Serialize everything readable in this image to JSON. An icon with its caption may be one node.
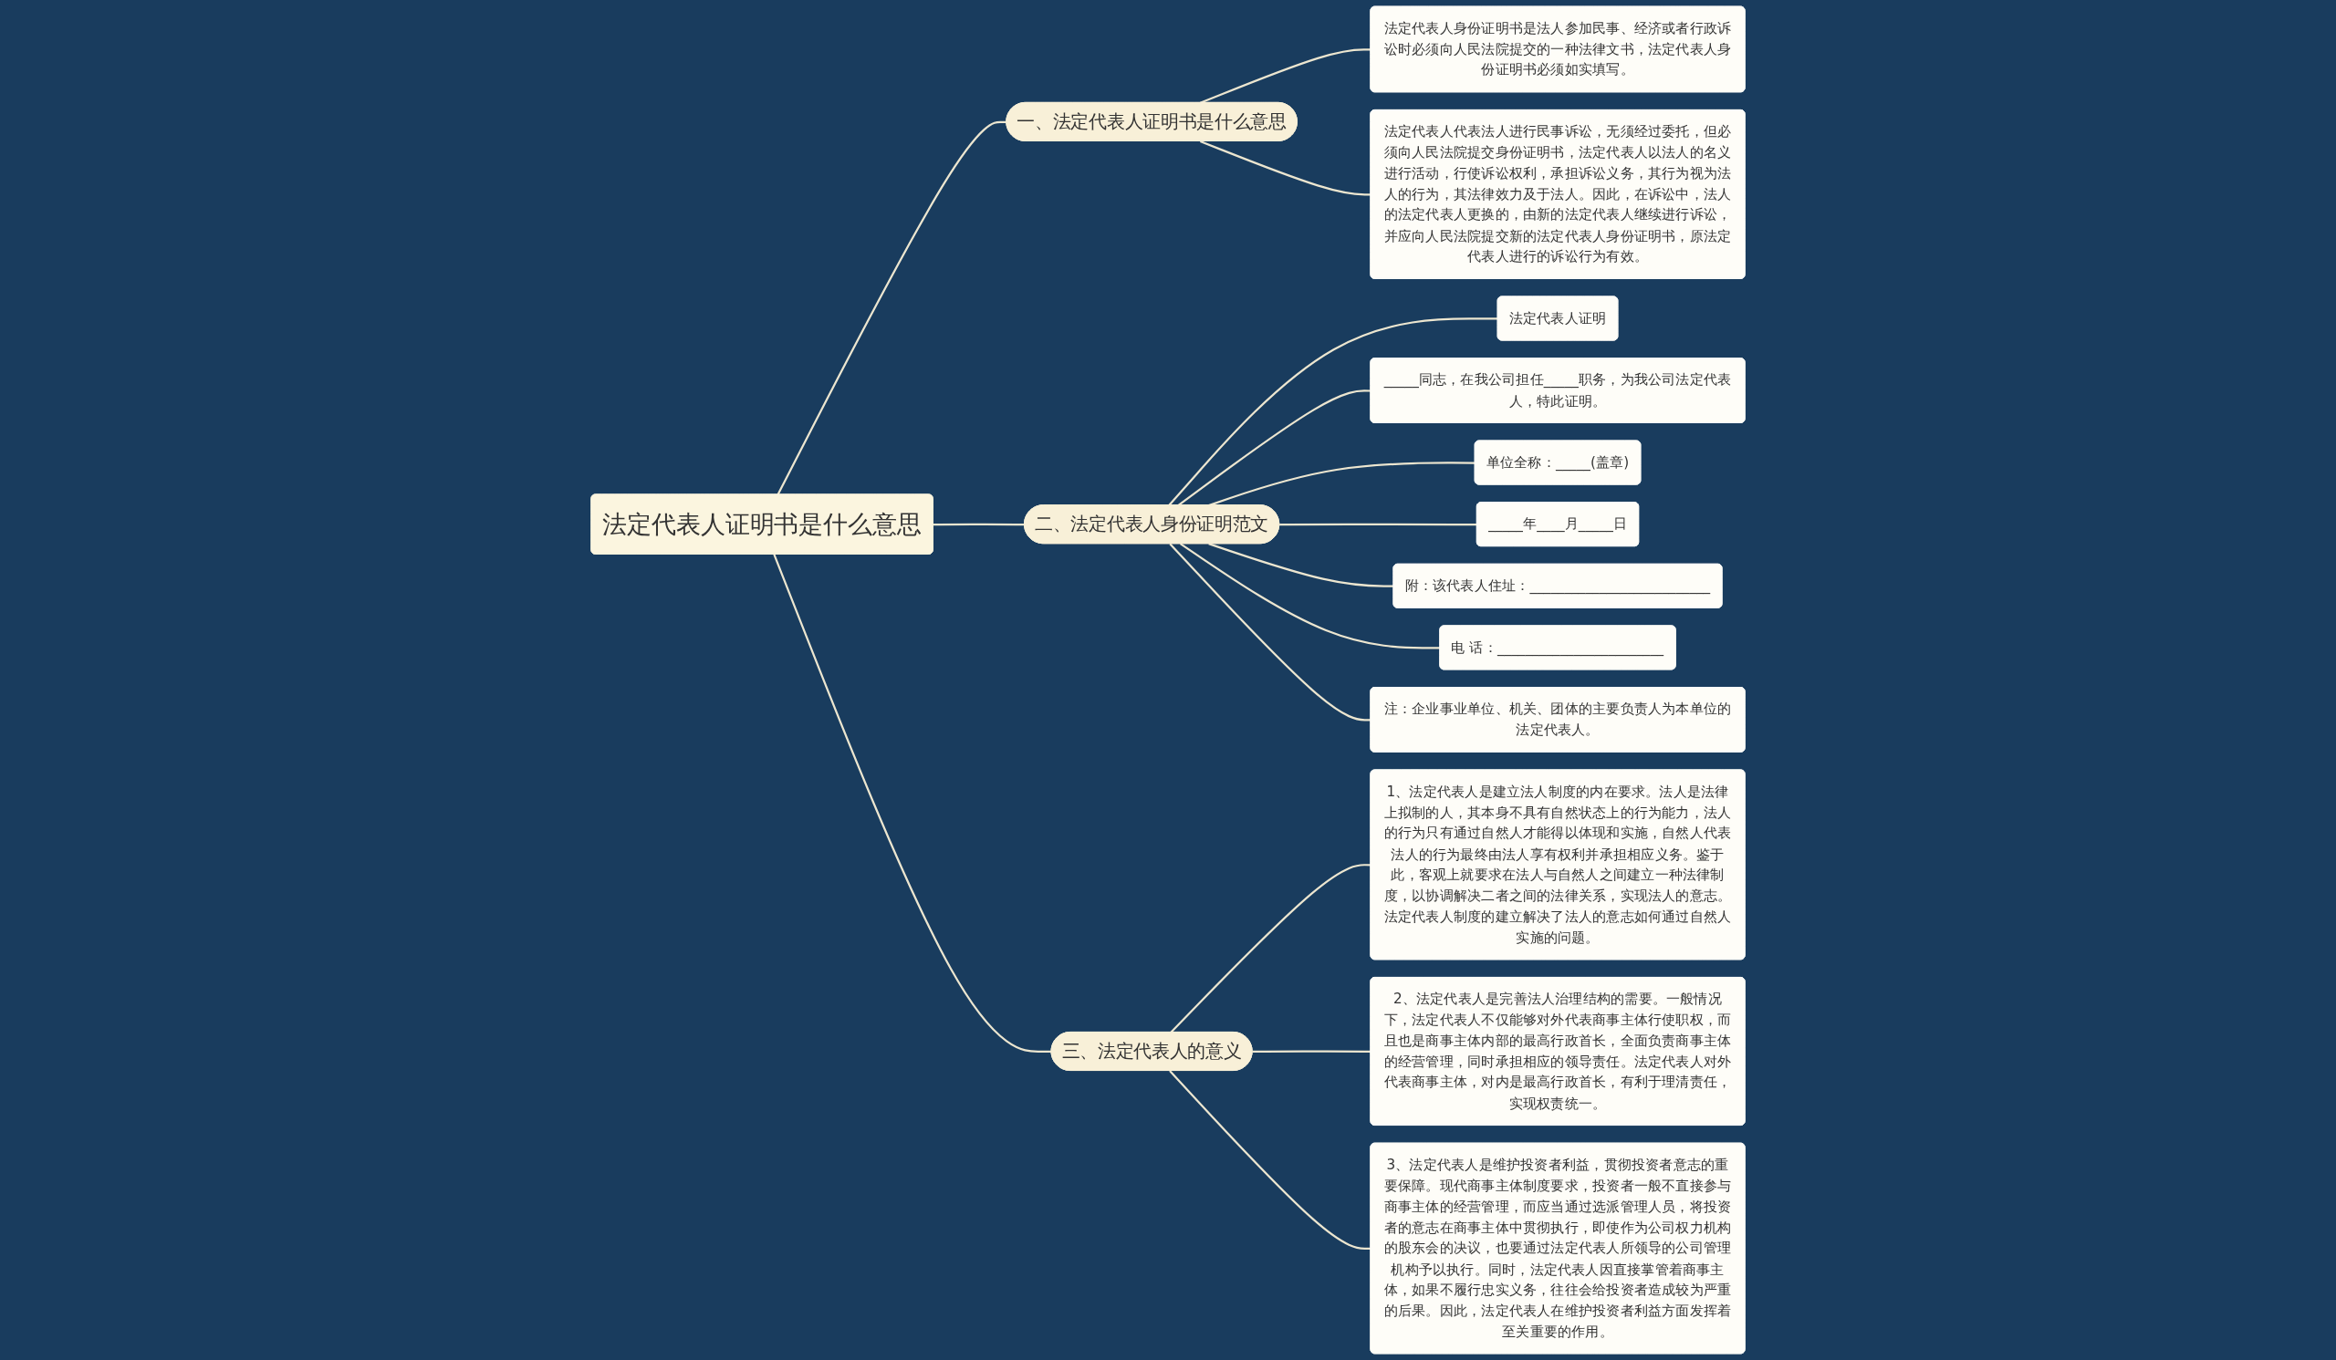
{
  "diagram": {
    "nodes": [
      {
        "text": [
          "法定代表人证明书是什么意思"
        ]
      },
      {
        "text": [
          "一、法定代表人证明书是什么意思"
        ]
      },
      {
        "text": [
          "法定代表人身份证明书是法人参加民事、经济或者行政诉讼时必须向人民法院提交的一种法律文书，法定代表人身份证明书必须如实填写。"
        ]
      },
      {
        "text": [
          "法定代表人代表法人进行民事诉讼，无须经过委托，但必须向人民法院提交身份证明书，法定代表人以法人的名义进行活动，行使诉讼权利，承担诉讼义务，其行为视为法人的行为，其法律效力及于法人。因此，在诉讼中，法人的法定代表人更换的，由新的法定代表人继续进行诉讼，并应向人民法院提交新的法定代表人身份证明书，原法定代表人进行的诉讼行为有效。"
        ]
      },
      {
        "text": [
          "二、法定代表人身份证明范文"
        ]
      },
      {
        "text": [
          "法定代表人证明"
        ]
      },
      {
        "text": [
          "_____同志，在我公司担任_____职务，为我公司法定代表人，特此证明。"
        ]
      },
      {
        "text": [
          "单位全称：_____(盖章)"
        ]
      },
      {
        "text": [
          "_____年____月_____日"
        ]
      },
      {
        "text": [
          "附：该代表人住址：__________________________"
        ]
      },
      {
        "text": [
          "电 话：________________________"
        ]
      },
      {
        "text": [
          "注：企业事业单位、机关、团体的主要负责人为本单位的法定代表人。"
        ]
      },
      {
        "text": [
          "三、法定代表人的意义"
        ]
      },
      {
        "text": [
          "1、法定代表人是建立法人制度的内在要求。法人是法律上拟制的人，其本身不具有自然状态上的行为能力，法人的行为只有通过自然人才能得以体现和实施，自然人代表法人的行为最终由法人享有权利并承担相应义务。鉴于此，客观上就要求在法人与自然人之间建立一种法律制度，以协调解决二者之间的法律关系，实现法人的意志。法定代表人制度的建立解决了法人的意志如何通过自然人实施的问题。"
        ]
      },
      {
        "text": [
          "2、法定代表人是完善法人治理结构的需要。一般情况下，法定代表人不仅能够对外代表商事主体行使职权，而且也是商事主体内部的最高行政首长，全面负责商事主体的经营管理，同时承担相应的领导责任。法定代表人对外代表商事主体，对内是最高行政首长，有利于理清责任，实现权责统一。"
        ]
      },
      {
        "text": [
          "3、法定代表人是维护投资者利益，贯彻投资者意志的重要保障。现代商事主体制度要求，投资者一般不直接参与商事主体的经营管理，而应当通过选派管理人员，将投资者的意志在商事主体中贯彻执行，即使作为公司权力机构的股东会的决议，也要通过法定代表人所领导的公司管理机构予以执行。同时，法定代表人因直接掌管着商事主体，如果不履行忠实义务，往往会给投资者造成较为严重的后果。因此，法定代表人在维护投资者利益方面发挥着至关重要的作用。"
        ]
      }
    ],
    "edges": [
      {
        "from": 0,
        "to": 1,
        "arrow": "none"
      },
      {
        "from": 1,
        "to": 2,
        "arrow": "none"
      },
      {
        "from": 1,
        "to": 3,
        "arrow": "none"
      },
      {
        "from": 0,
        "to": 4,
        "arrow": "none"
      },
      {
        "from": 4,
        "to": 5,
        "arrow": "none"
      },
      {
        "from": 4,
        "to": 6,
        "arrow": "none"
      },
      {
        "from": 4,
        "to": 7,
        "arrow": "none"
      },
      {
        "from": 4,
        "to": 8,
        "arrow": "none"
      },
      {
        "from": 4,
        "to": 9,
        "arrow": "none"
      },
      {
        "from": 4,
        "to": 10,
        "arrow": "none"
      },
      {
        "from": 4,
        "to": 11,
        "arrow": "none"
      },
      {
        "from": 0,
        "to": 12,
        "arrow": "none"
      },
      {
        "from": 12,
        "to": 13,
        "arrow": "none"
      },
      {
        "from": 12,
        "to": 14,
        "arrow": "none"
      },
      {
        "from": 12,
        "to": 15,
        "arrow": "none"
      }
    ]
  }
}
